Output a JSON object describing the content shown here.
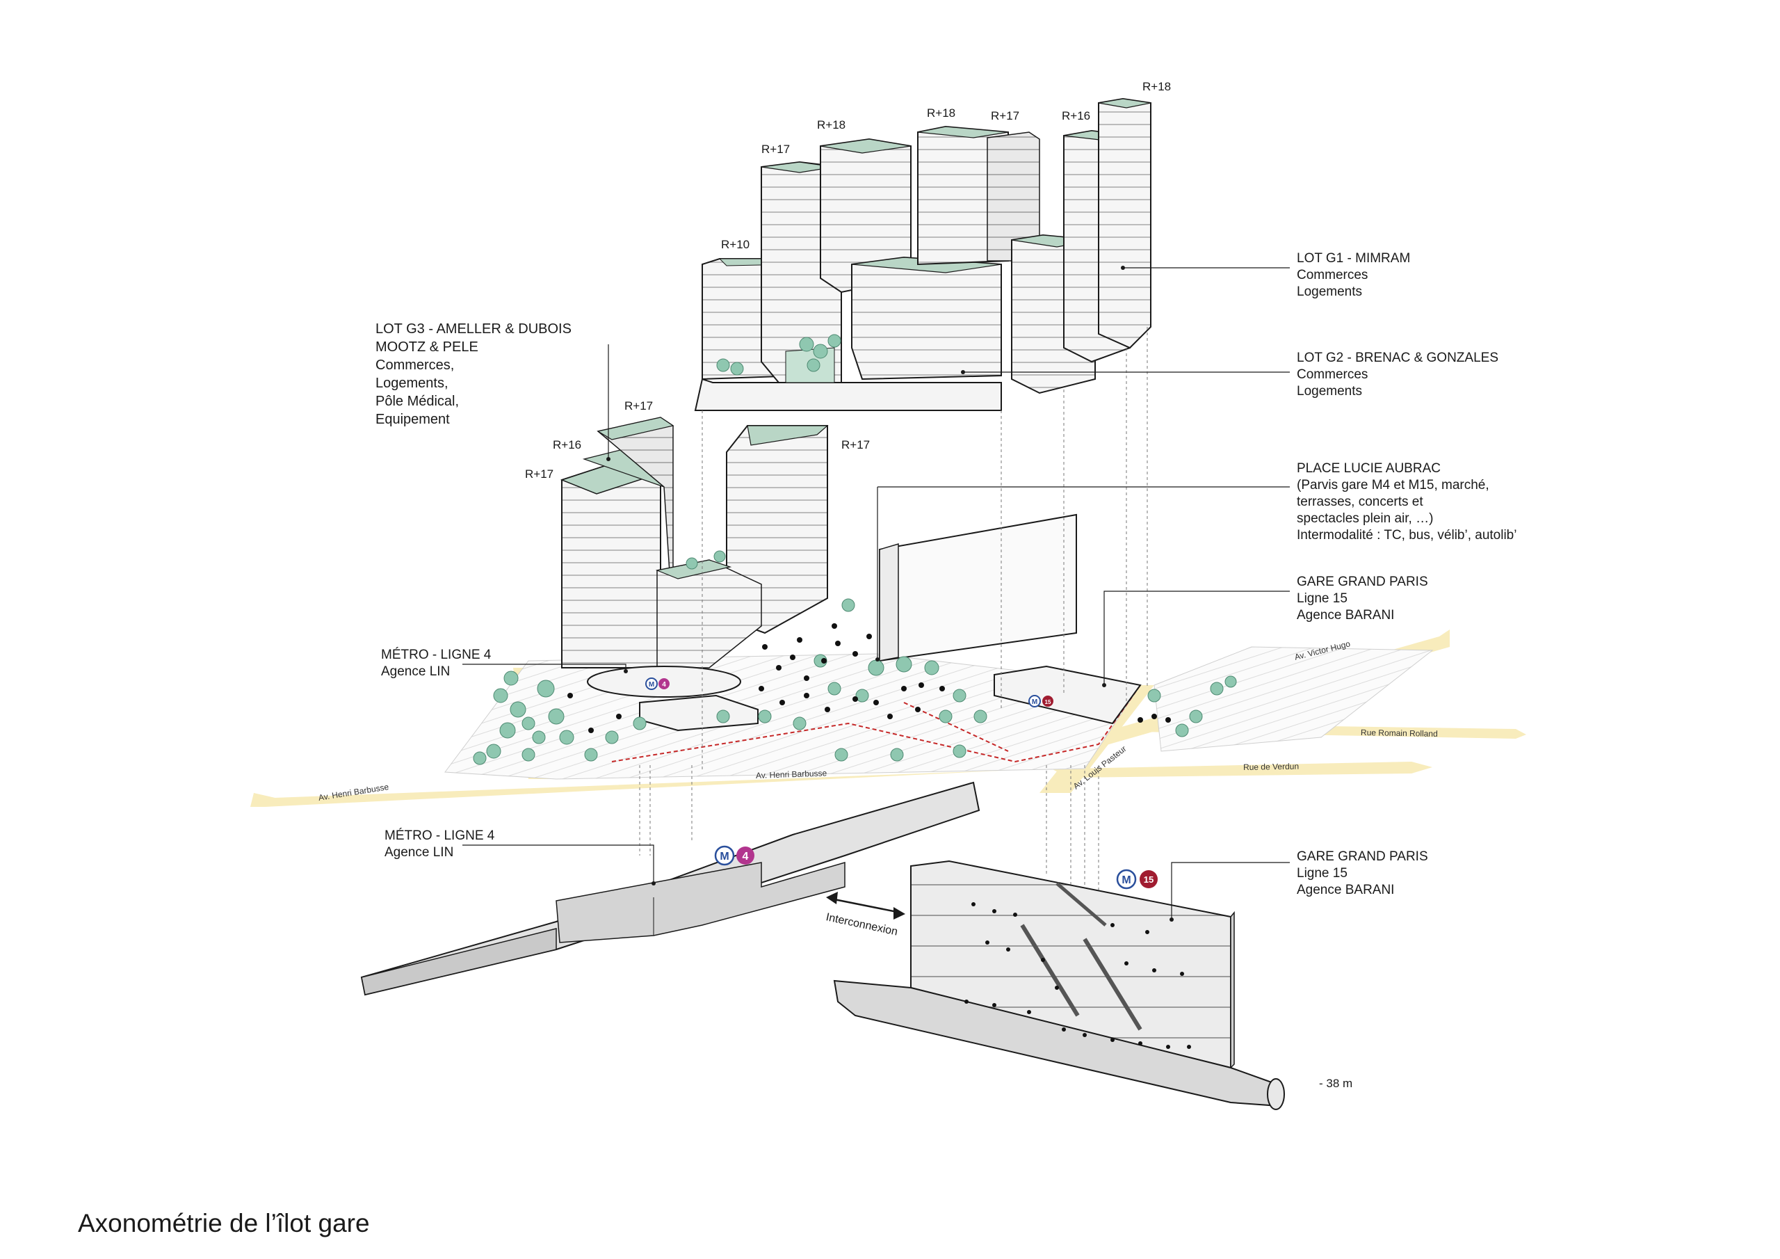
{
  "caption": "Axonométrie de l’îlot gare",
  "storeys": {
    "g3_a": "R+17",
    "g3_b": "R+16",
    "g3_c": "R+17",
    "g3_d": "R+17",
    "g2_a": "R+10",
    "g2_b": "R+17",
    "g2_c": "R+18",
    "g1_a": "R+18",
    "g1_b": "R+17",
    "g1_c": "R+16",
    "g1_d": "R+18"
  },
  "labels": {
    "lot_g1": {
      "title": "LOT G1 - MIMRAM",
      "lines": [
        "Commerces",
        "Logements"
      ]
    },
    "lot_g2": {
      "title": "LOT G2 - BRENAC & GONZALES",
      "lines": [
        "Commerces",
        "Logements"
      ]
    },
    "lot_g3": {
      "title": "LOT G3 - AMELLER & DUBOIS",
      "lines": [
        "MOOTZ & PELE",
        "Commerces,",
        "Logements,",
        "Pôle Médical,",
        "Equipement"
      ]
    },
    "place": {
      "title": "PLACE LUCIE AUBRAC",
      "lines": [
        "(Parvis gare M4 et M15, marché,",
        "terrasses, concerts et",
        "spectacles plein air, …)",
        "Intermodalité : TC, bus, vélib’, autolib’"
      ]
    },
    "gare_top": {
      "title": "GARE GRAND PARIS",
      "lines": [
        "Ligne 15",
        "Agence BARANI"
      ]
    },
    "metro_top": {
      "title": "MÉTRO - LIGNE 4",
      "lines": [
        "Agence LIN"
      ]
    },
    "metro_bottom": {
      "title": "MÉTRO - LIGNE 4",
      "lines": [
        "Agence LIN"
      ]
    },
    "gare_bottom": {
      "title": "GARE GRAND PARIS",
      "lines": [
        "Ligne 15",
        "Agence BARANI"
      ]
    }
  },
  "streets": {
    "barbusse_left": "Av. Henri Barbusse",
    "barbusse_mid": "Av. Henri Barbusse",
    "victor_hugo": "Av. Victor Hugo",
    "romain_rolland": "Rue Romain Rolland",
    "verdun": "Rue de Verdun",
    "pasteur": "Av. Louis Pasteur"
  },
  "metro_badges": {
    "m": "M",
    "line4": "4",
    "line15": "15"
  },
  "interconnexion": "Interconnexion",
  "depth": "- 38 m",
  "colors": {
    "roof_green": "#b9d6c6",
    "tree_green": "#8fc7b0",
    "road_yellow": "#f8ecbc",
    "line4_purple": "#b2358e",
    "line15_red": "#a01c30",
    "metro_blue": "#2a4f9c",
    "building_white": "#f4f4f4",
    "underground_grey": "#d9d9d9"
  }
}
